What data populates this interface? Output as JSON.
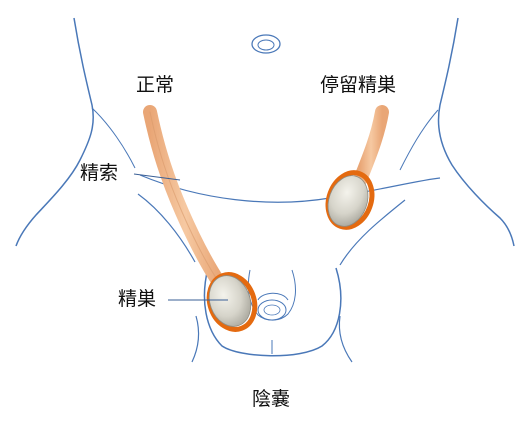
{
  "labels": {
    "normal": "正常",
    "retained_testis": "停留精巣",
    "spermatic_cord": "精索",
    "testis": "精巣",
    "scrotum": "陰嚢"
  },
  "colors": {
    "outline": "#4a78b8",
    "cord_fill": "#f2b98c",
    "testis_fill": "#d8d6cc",
    "testis_rim": "#e46a10",
    "leader_line": "#3a5f96"
  }
}
